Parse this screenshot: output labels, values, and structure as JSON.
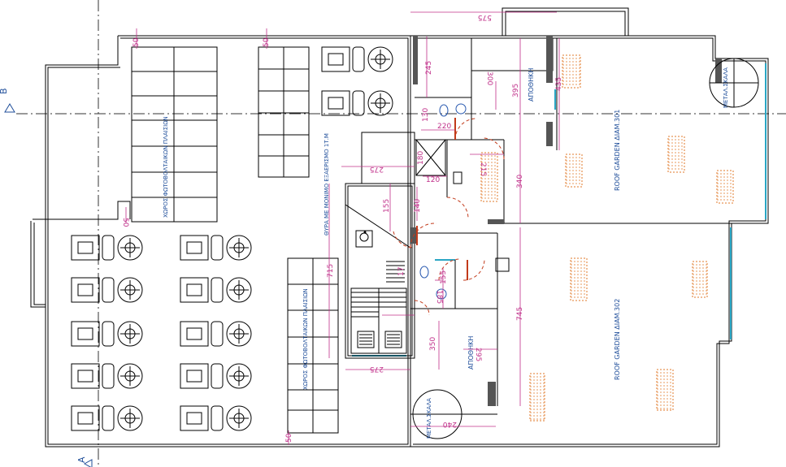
{
  "labels": {
    "pv_area_top": "ΧΩΡΟΣ ΦΩΤΟΒΟΛΤΑΙΚΩΝ ΠΛΑΙΣΙΩΝ",
    "pv_area_bottom": "ΧΩΡΟΣ ΦΩΤΟΒΟΛΤΑΙΚΩΝ ΠΛΑΙΣΙΩΝ",
    "door_fire": "ΘΥΡΑ ΜΕ ΜΟΝΙΜΟ ΕΞΑΕΡΙΣΜΟ 1Τ.Μ",
    "storage_top": "ΑΠΟΘΗΚΗ",
    "storage_bottom": "ΑΠΟΘΗΚΗ",
    "roof_garden_301": "ROOF GARDEN  ΔΙΑΜ.301",
    "roof_garden_302": "ROOF GARDEN  ΔΙΑΜ.302",
    "metal_stair_top": "ΜΕΤΑΛ.ΣΚΑΛΑ",
    "metal_stair_bottom": "ΜΕΤΑΛ.ΣΚΑΛΑ"
  },
  "axes": {
    "axis_b": "B",
    "axis_a": "A"
  },
  "dimensions": {
    "d575": "575",
    "d245": "245",
    "d395": "395",
    "d435": "435",
    "d300": "300",
    "d220": "220",
    "d130": "130",
    "d275_top": "275",
    "d180": "180",
    "d215": "215",
    "d120": "120",
    "d340": "340",
    "d155": "155",
    "d140": "140",
    "d715": "715",
    "d50_a": "50",
    "d50_b": "50",
    "d50_c": "50",
    "d50_d": "50",
    "d745": "745",
    "d185": "185",
    "d155_b": "155",
    "d295": "295",
    "d350": "350",
    "d275_bottom": "275",
    "d240": "240",
    "d17": "17"
  },
  "colors": {
    "wall": "#000000",
    "dimension": "#c0308a",
    "text": "#1f4e9a",
    "glass": "#2aa6c4",
    "door": "#c23a1a",
    "hatch": "#e07a2a",
    "grid": "#888888"
  }
}
